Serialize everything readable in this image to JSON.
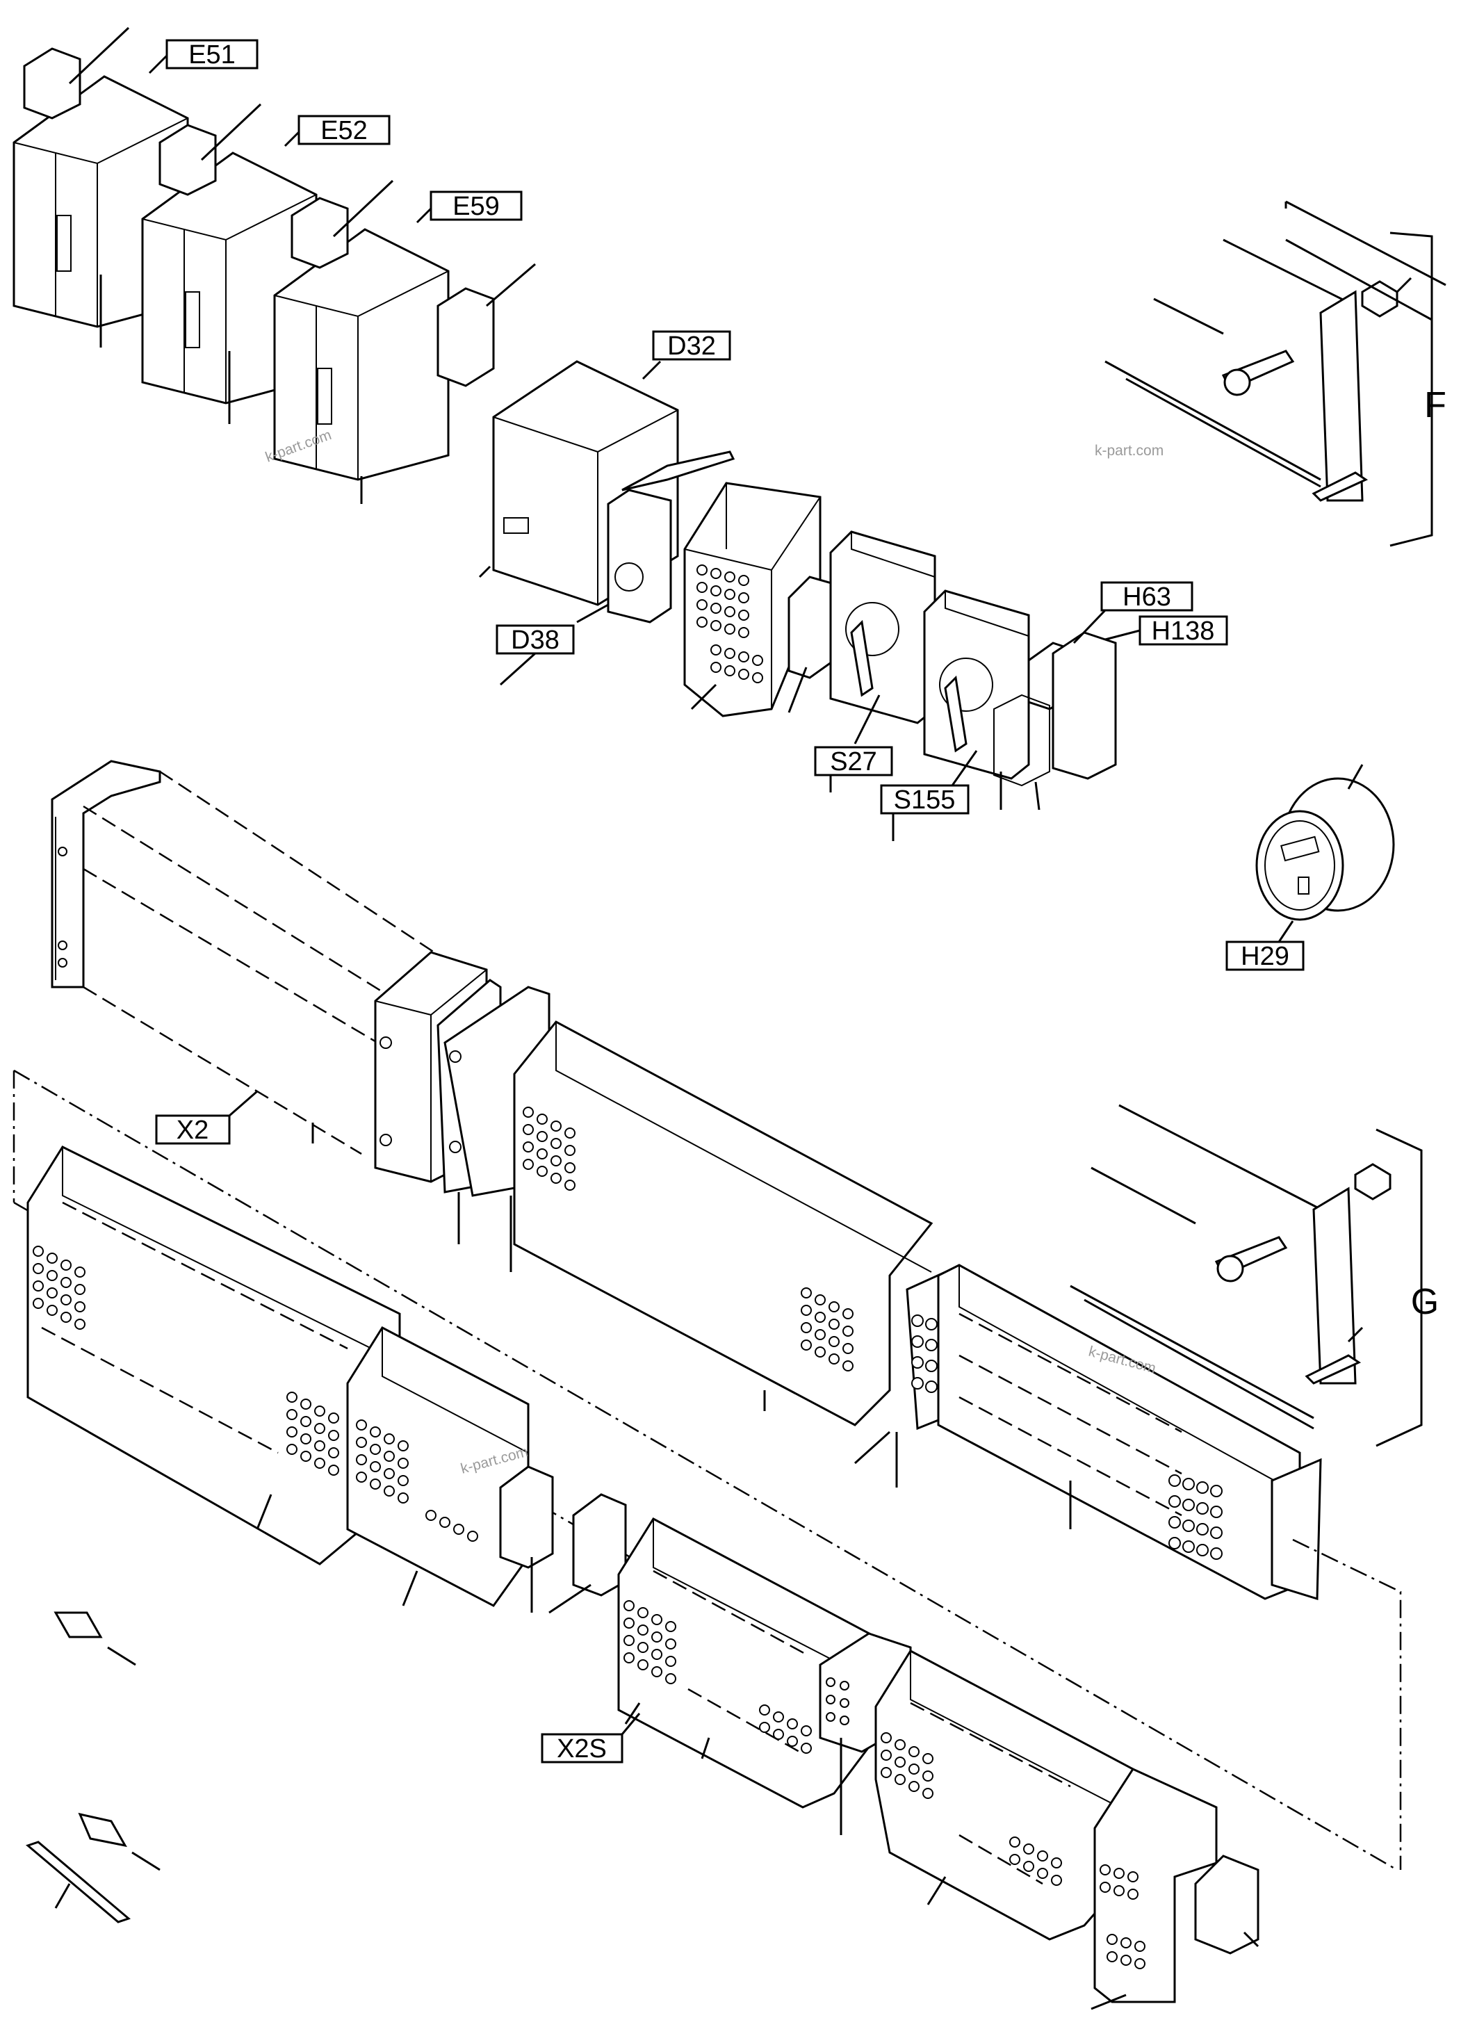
{
  "labels": {
    "e51": "E51",
    "e52": "E52",
    "e59": "E59",
    "d32": "D32",
    "d38": "D38",
    "h63": "H63",
    "h138": "H138",
    "s27": "S27",
    "s155": "S155",
    "h29": "H29",
    "x2": "X2",
    "x2s": "X2S",
    "f": "F",
    "g": "G"
  },
  "watermark": "k-part.com",
  "colors": {
    "line": "#000000",
    "background": "#ffffff",
    "watermark": "#9a9a9a"
  }
}
